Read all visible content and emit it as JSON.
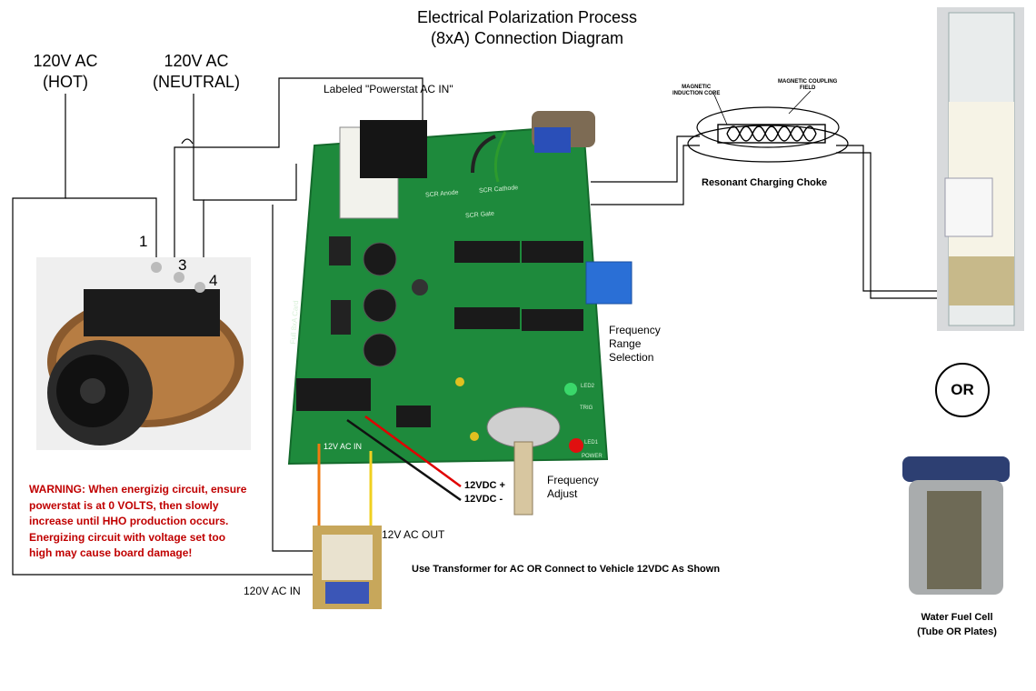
{
  "title": {
    "line1": "Electrical Polarization Process",
    "line2": "(8xA) Connection Diagram"
  },
  "hot": {
    "line1": "120V AC",
    "line2": "(HOT)"
  },
  "neutral": {
    "line1": "120V AC",
    "line2": "(NEUTRAL)"
  },
  "terminals": {
    "t1": "1",
    "t3": "3",
    "t4": "4"
  },
  "powerstat_label": "Labeled \"Powerstat AC IN\"",
  "choke": {
    "label": "Resonant Charging Choke",
    "core_label1": "MAGNETIC",
    "core_label2": "INDUCTION CORE",
    "field_label1": "MAGNETIC COUPLING",
    "field_label2": "FIELD"
  },
  "frequency_range": {
    "line1": "Frequency",
    "line2": "Range",
    "line3": "Selection"
  },
  "frequency_adjust": {
    "line1": "Frequency",
    "line2": "Adjust"
  },
  "vdc_plus": "12VDC +",
  "vdc_minus": "12VDC -",
  "ac_out": "12V AC OUT",
  "ac_in": "120V AC IN",
  "board_ac_in": "12V AC IN",
  "transformer_note": "Use Transformer for AC OR Connect to Vehicle 12VDC As Shown",
  "or_label": "OR",
  "fuel_cell": {
    "line1": "Water Fuel Cell",
    "line2": "(Tube OR Plates)"
  },
  "warning": {
    "line1": "WARNING: When energizig circuit, ensure",
    "line2": "powerstat is at 0 VOLTS, then slowly",
    "line3": "increase until HHO production occurs.",
    "line4": "Energizing circuit with voltage set too",
    "line5": "high may cause board damage!"
  },
  "board": {
    "scr_anode": "SCR Anode",
    "scr_cathode": "SCR Cathode",
    "scr_gate": "SCR Gate",
    "card": "Full 8xA Card",
    "led2": "LED2",
    "led1": "LED1",
    "power": "POWER",
    "trig": "TRIG"
  },
  "colors": {
    "board": "#1e8a3c",
    "board_dark": "#146a2c",
    "warning": "#c00000",
    "wire_red": "#e00000"
  }
}
